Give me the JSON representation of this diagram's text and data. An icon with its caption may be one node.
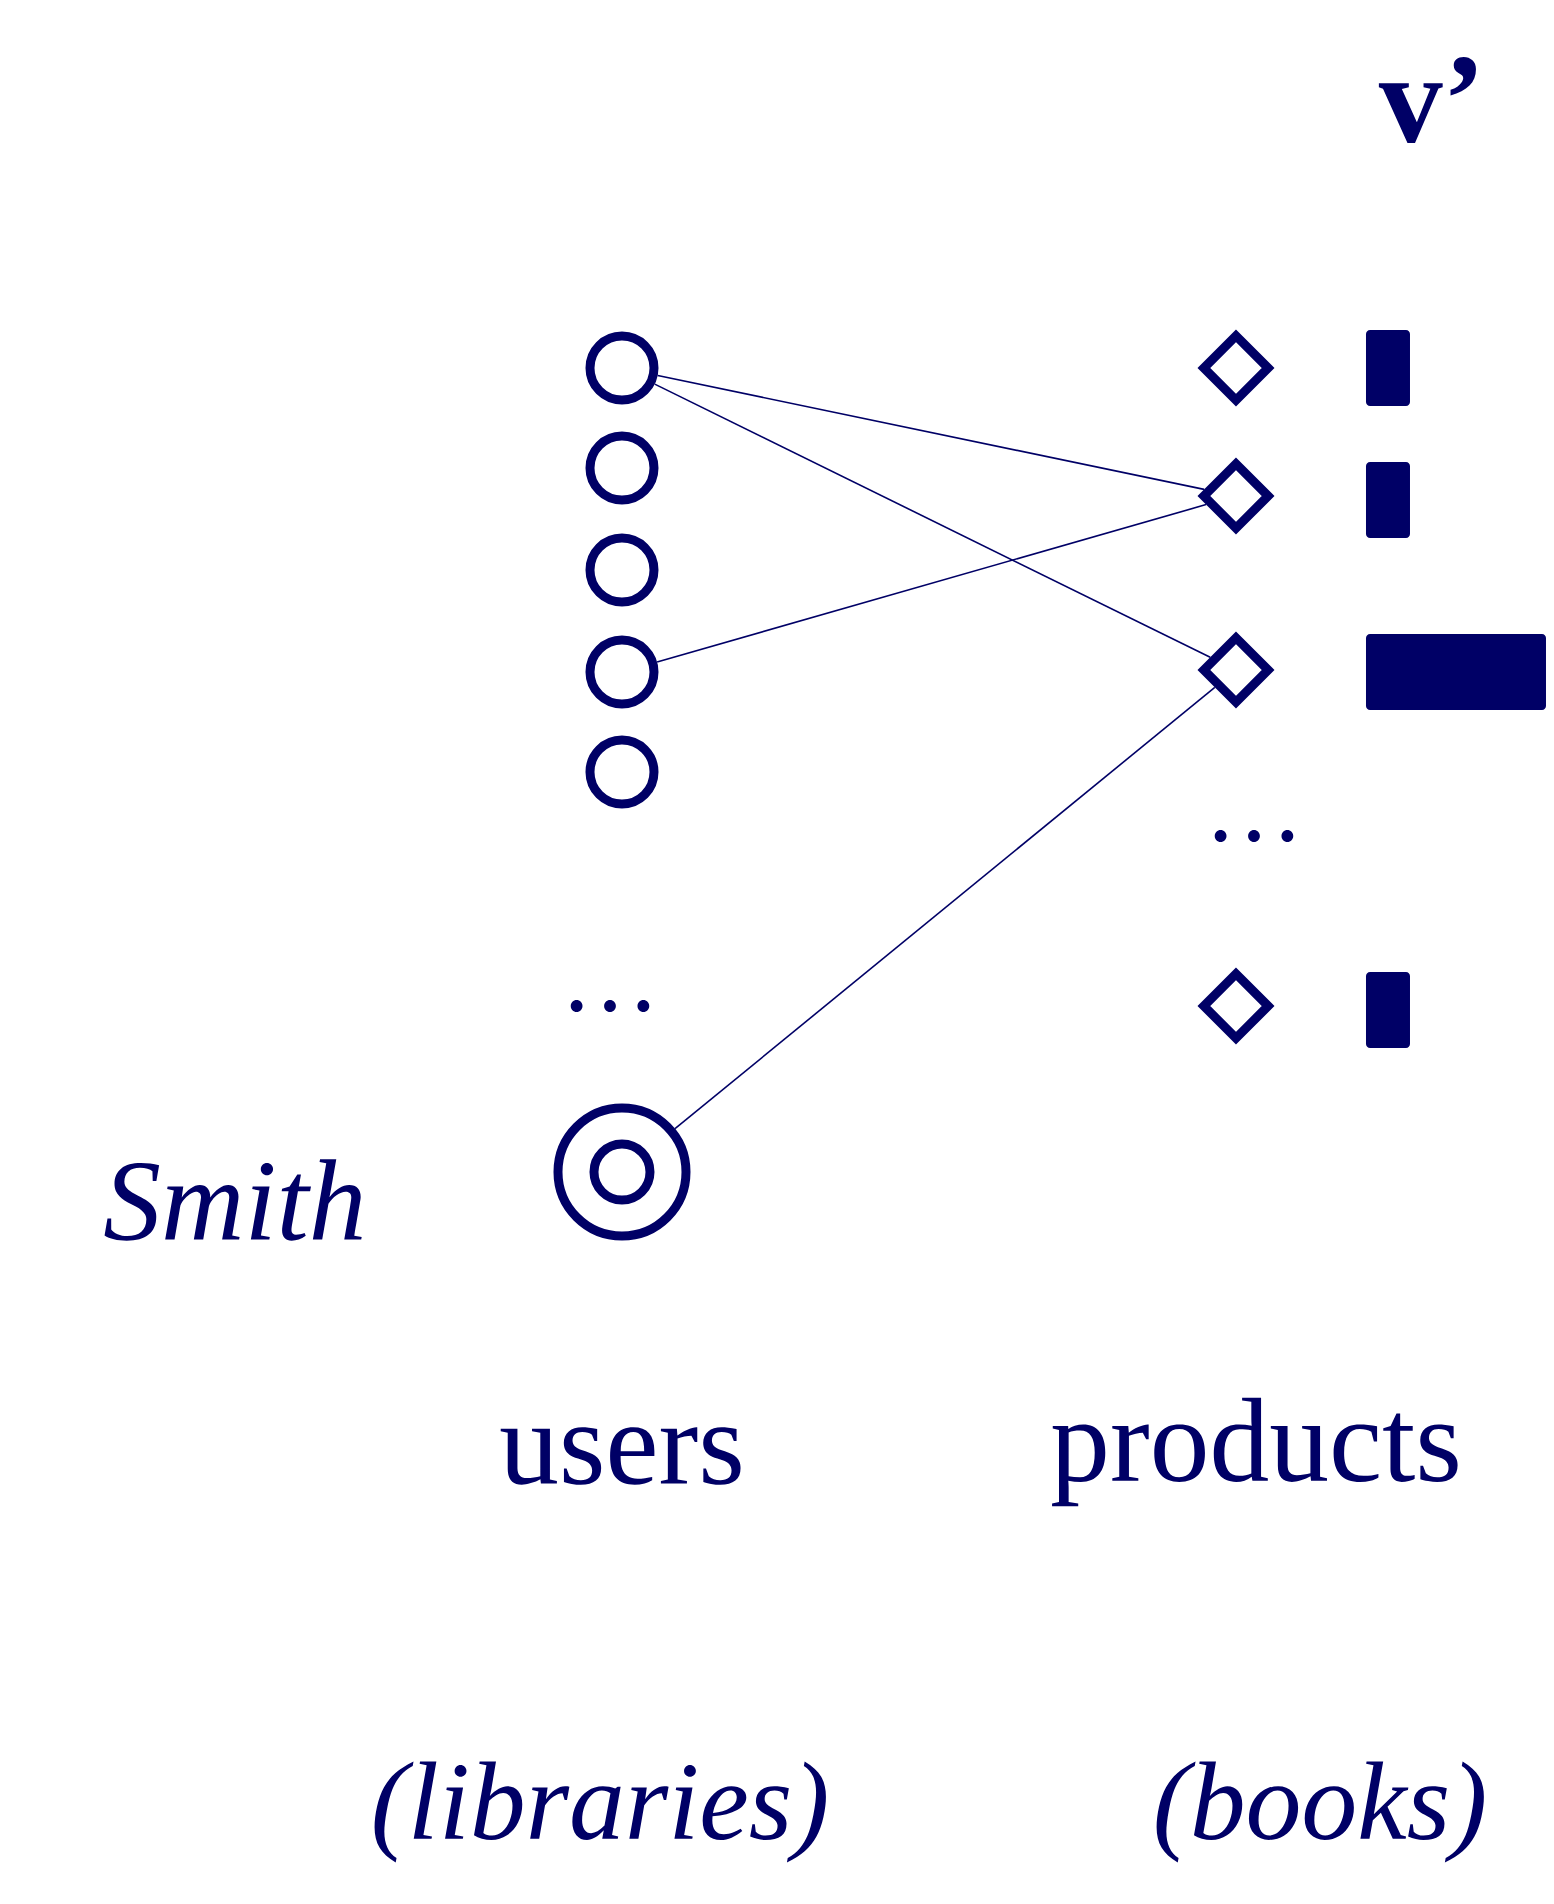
{
  "diagram": {
    "nodes": [
      {
        "text": [],
        "shape": "circle"
      },
      {
        "text": [],
        "shape": "circle"
      },
      {
        "text": [],
        "shape": "circle"
      },
      {
        "text": [],
        "shape": "circle"
      },
      {
        "text": [],
        "shape": "circle"
      },
      {
        "text": [],
        "shape": "circle",
        "beside": [
          "Smith"
        ]
      },
      {
        "text": [],
        "shape": "diamond"
      },
      {
        "text": [],
        "shape": "diamond"
      },
      {
        "text": [],
        "shape": "diamond"
      },
      {
        "text": [],
        "shape": "diamond"
      },
      {
        "text": [],
        "shape": "bar"
      },
      {
        "text": [],
        "shape": "bar"
      },
      {
        "text": [],
        "shape": "bar"
      },
      {
        "text": [],
        "shape": "bar"
      }
    ],
    "edges": [
      {
        "from": 0,
        "to": 7,
        "arrow": "none"
      },
      {
        "from": 0,
        "to": 8,
        "arrow": "none"
      },
      {
        "from": 3,
        "to": 7,
        "arrow": "none"
      },
      {
        "from": 5,
        "to": 8,
        "arrow": "none"
      }
    ],
    "labels": [
      "v’",
      "…",
      "…",
      "users",
      "products",
      "(libraries)",
      "(books)"
    ]
  }
}
